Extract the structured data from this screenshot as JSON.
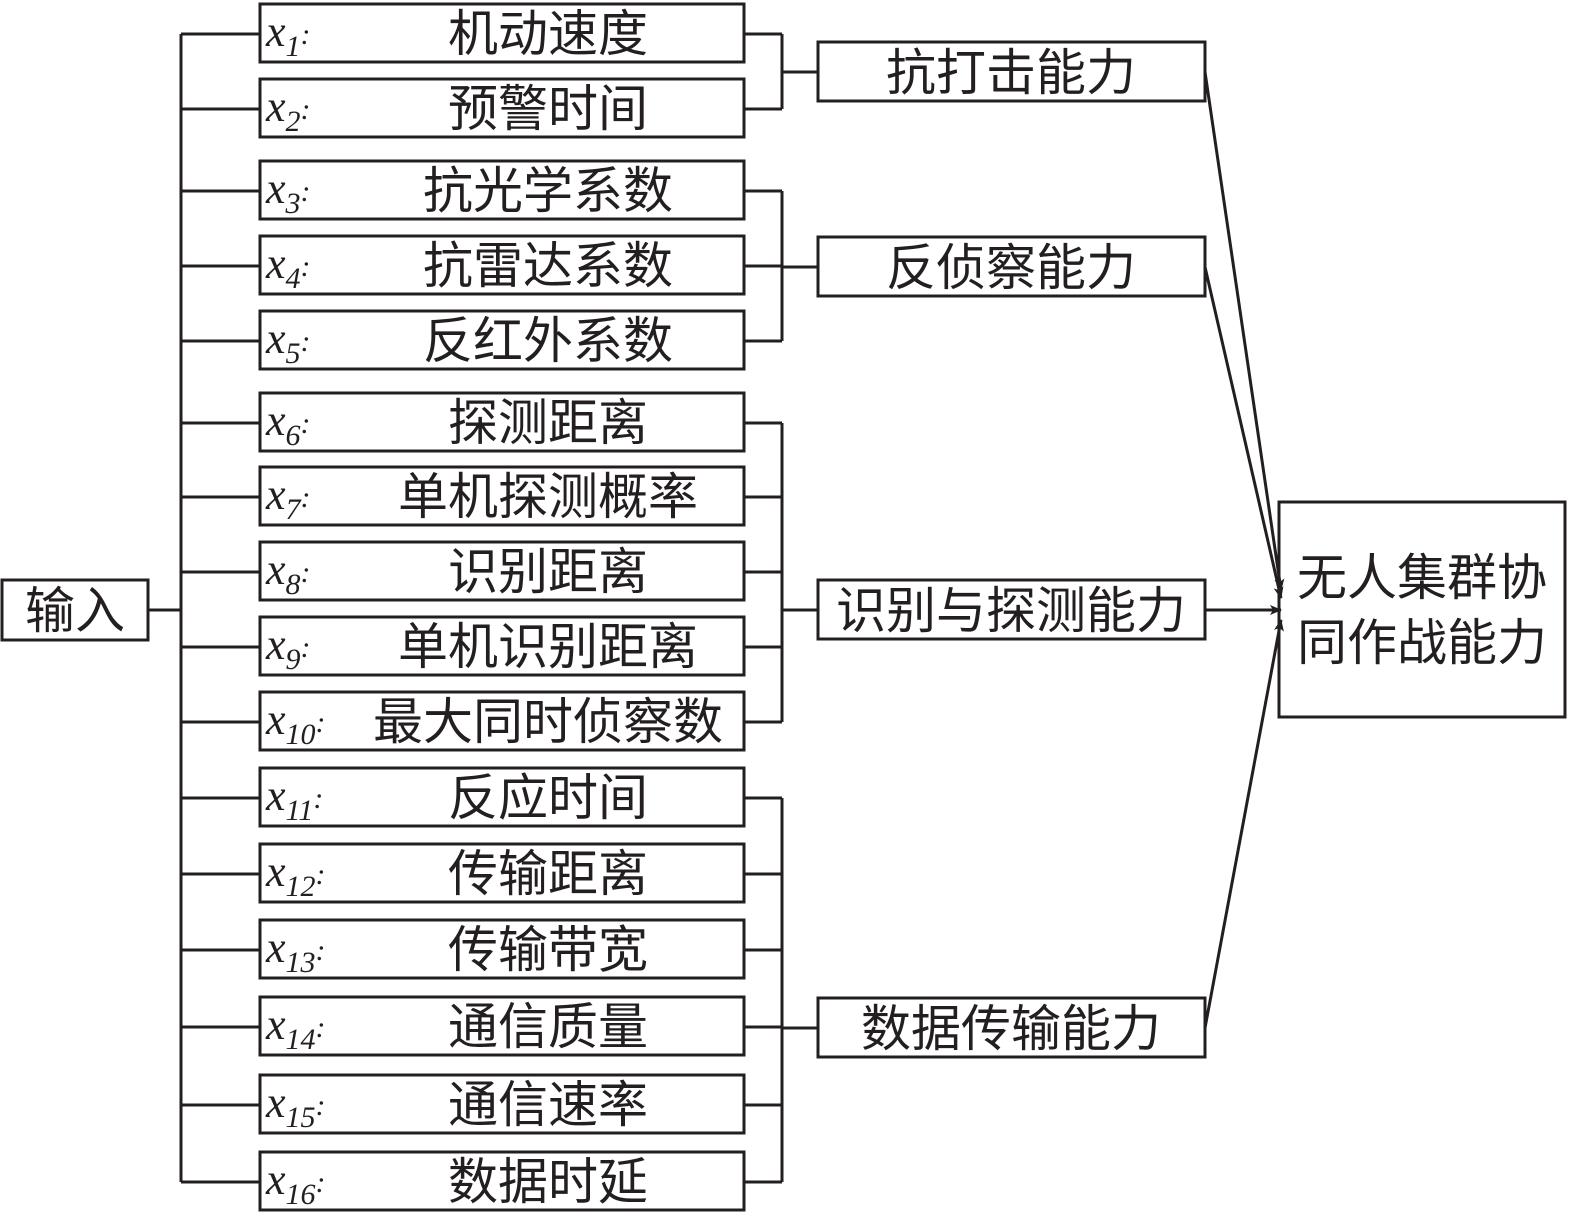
{
  "input": {
    "label": "输入"
  },
  "features": [
    {
      "var": "x",
      "sub": "1",
      "sep": ":",
      "name": "机动速度"
    },
    {
      "var": "x",
      "sub": "2",
      "sep": ":",
      "name": "预警时间"
    },
    {
      "var": "x",
      "sub": "3",
      "sep": ":",
      "name": "抗光学系数"
    },
    {
      "var": "x",
      "sub": "4",
      "sep": ":",
      "name": "抗雷达系数"
    },
    {
      "var": "x",
      "sub": "5",
      "sep": ":",
      "name": "反红外系数"
    },
    {
      "var": "x",
      "sub": "6",
      "sep": ":",
      "name": "探测距离"
    },
    {
      "var": "x",
      "sub": "7",
      "sep": ":",
      "name": "单机探测概率"
    },
    {
      "var": "x",
      "sub": "8",
      "sep": ":",
      "name": "识别距离"
    },
    {
      "var": "x",
      "sub": "9",
      "sep": ":",
      "name": "单机识别距离"
    },
    {
      "var": "x",
      "sub": "10",
      "sep": ":",
      "name": "最大同时侦察数"
    },
    {
      "var": "x",
      "sub": "11",
      "sep": ":",
      "name": "反应时间"
    },
    {
      "var": "x",
      "sub": "12",
      "sep": ":",
      "name": "传输距离"
    },
    {
      "var": "x",
      "sub": "13",
      "sep": ":",
      "name": "传输带宽"
    },
    {
      "var": "x",
      "sub": "14",
      "sep": ":",
      "name": "通信质量"
    },
    {
      "var": "x",
      "sub": "15",
      "sep": ":",
      "name": "通信速率"
    },
    {
      "var": "x",
      "sub": "16",
      "sep": ":",
      "name": "数据时延"
    }
  ],
  "groups": [
    {
      "label": "抗打击能力",
      "members": [
        0,
        1
      ]
    },
    {
      "label": "反侦察能力",
      "members": [
        2,
        3,
        4
      ]
    },
    {
      "label": "识别与探测能力",
      "members": [
        5,
        6,
        7,
        8,
        9
      ]
    },
    {
      "label": "数据传输能力",
      "members": [
        10,
        11,
        12,
        13,
        14,
        15
      ]
    }
  ],
  "output": {
    "line1": "无人集群协",
    "line2": "同作战能力"
  }
}
